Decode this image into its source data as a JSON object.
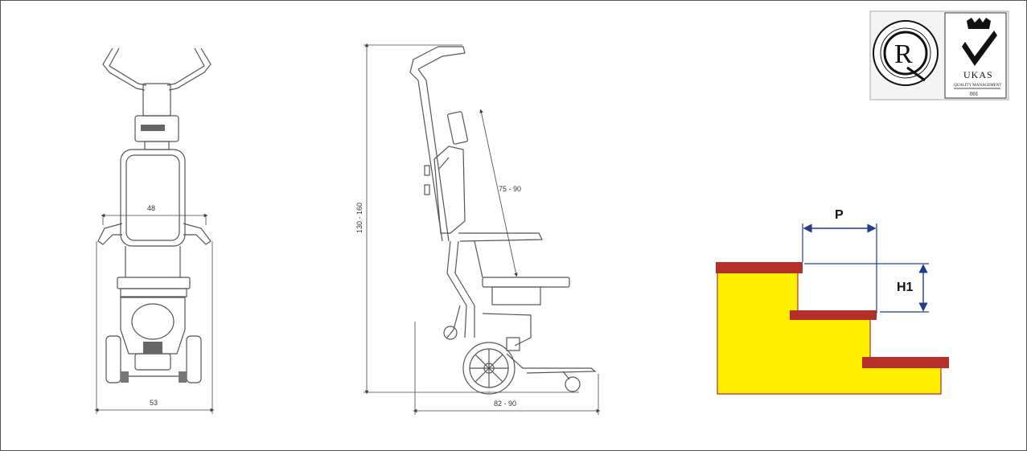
{
  "front_view": {
    "width_dimension": "53",
    "armrest_dimension": "48"
  },
  "side_view": {
    "height_dimension": "130 - 160",
    "backrest_dimension": "75 - 90",
    "length_dimension": "82 - 90"
  },
  "stair_diagram": {
    "tread_label": "P",
    "riser_label": "H1",
    "colors": {
      "fill": "#ffef00",
      "edge": "#b5302a",
      "arrow": "#1f3a8f"
    }
  },
  "certification": {
    "ukas_label": "UKAS",
    "ukas_sub": "QUALITY MANAGEMENT",
    "ukas_number": "001",
    "lrqa_letter": "R"
  }
}
